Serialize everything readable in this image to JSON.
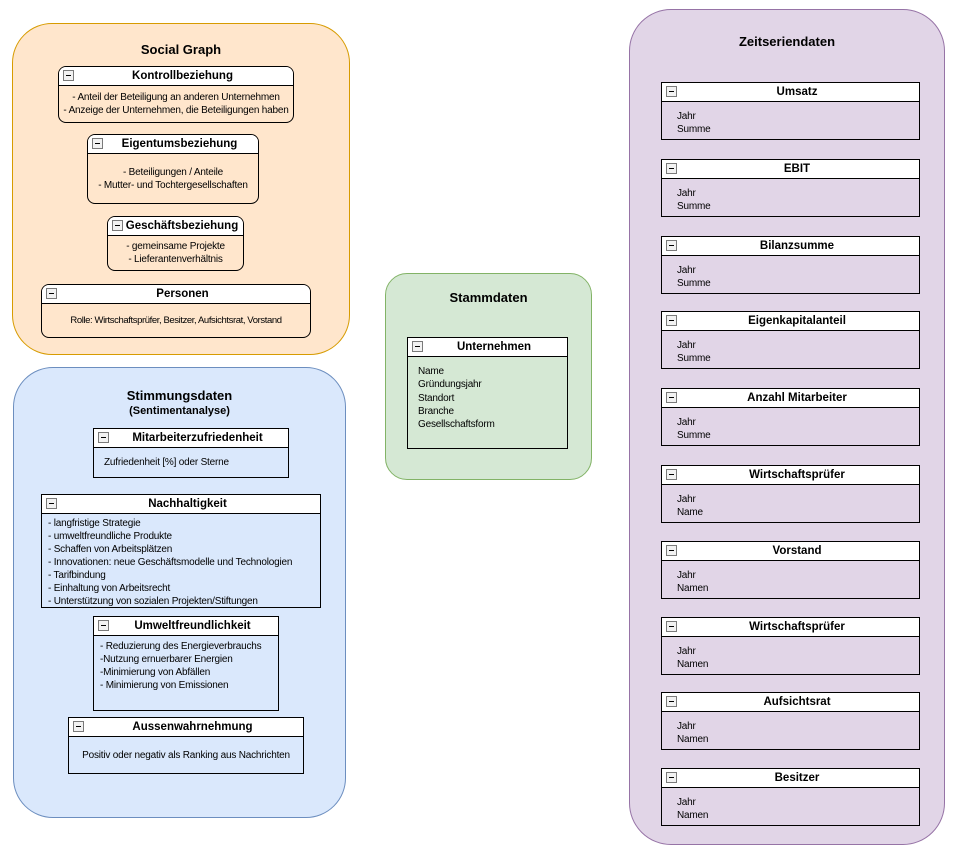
{
  "palette": {
    "social_graph_fill": "#FFE6CC",
    "social_graph_stroke": "#D79B00",
    "stimmungsdaten_fill": "#DAE8FC",
    "stimmungsdaten_stroke": "#6C8EBF",
    "stammdaten_fill": "#D5E8D4",
    "stammdaten_stroke": "#82B366",
    "zeitseriendaten_fill": "#E1D5E7",
    "zeitseriendaten_stroke": "#9673A6",
    "entity_header_fill": "#FFFFFF",
    "entity_stroke": "#000000"
  },
  "groups": {
    "social_graph": {
      "title": "Social Graph",
      "entities": [
        {
          "title": "Kontrollbeziehung",
          "lines": [
            "- Anteil der Beteiligung an anderen Unternehmen",
            "- Anzeige der Unternehmen, die Beteiligungen haben"
          ]
        },
        {
          "title": "Eigentumsbeziehung",
          "lines": [
            "- Beteiligungen / Anteile",
            "- Mutter- und Tochtergesellschaften"
          ]
        },
        {
          "title": "Geschäftsbeziehung",
          "lines": [
            "- gemeinsame Projekte",
            "- Lieferantenverhältnis"
          ]
        },
        {
          "title": "Personen",
          "lines": [
            "Rolle: Wirtschaftsprüfer, Besitzer, Aufsichtsrat, Vorstand"
          ]
        }
      ]
    },
    "stimmungsdaten": {
      "title": "Stimmungsdaten",
      "subtitle": "(Sentimentanalyse)",
      "entities": [
        {
          "title": "Mitarbeiterzufriedenheit",
          "lines": [
            "Zufriedenheit [%] oder Sterne"
          ]
        },
        {
          "title": "Nachhaltigkeit",
          "lines": [
            "- langfristige Strategie",
            "- umweltfreundliche Produkte",
            "- Schaffen von Arbeitsplätzen",
            "- Innovationen: neue Geschäftsmodelle und Technologien",
            "- Tarifbindung",
            "- Einhaltung von Arbeitsrecht",
            "- Unterstützung von sozialen Projekten/Stiftungen"
          ]
        },
        {
          "title": "Umweltfreundlichkeit",
          "lines": [
            "- Reduzierung des Energieverbrauchs",
            "-Nutzung ernuerbarer Energien",
            "-Minimierung von Abfällen",
            "- Minimierung von Emissionen"
          ]
        },
        {
          "title": "Aussenwahrnehmung",
          "lines": [
            "Positiv oder negativ als Ranking aus Nachrichten"
          ]
        }
      ]
    },
    "stammdaten": {
      "title": "Stammdaten",
      "entities": [
        {
          "title": "Unternehmen",
          "lines": [
            "Name",
            "Gründungsjahr",
            "Standort",
            "Branche",
            "Gesellschaftsform"
          ]
        }
      ]
    },
    "zeitseriendaten": {
      "title": "Zeitseriendaten",
      "entities": [
        {
          "title": "Umsatz",
          "lines": [
            "Jahr",
            "Summe"
          ]
        },
        {
          "title": "EBIT",
          "lines": [
            "Jahr",
            "Summe"
          ]
        },
        {
          "title": "Bilanzsumme",
          "lines": [
            "Jahr",
            "Summe"
          ]
        },
        {
          "title": "Eigenkapitalanteil",
          "lines": [
            "Jahr",
            "Summe"
          ]
        },
        {
          "title": "Anzahl Mitarbeiter",
          "lines": [
            "Jahr",
            "Summe"
          ]
        },
        {
          "title": "Wirtschaftsprüfer",
          "lines": [
            "Jahr",
            "Name"
          ]
        },
        {
          "title": "Vorstand",
          "lines": [
            "Jahr",
            "Namen"
          ]
        },
        {
          "title": "Wirtschaftsprüfer",
          "lines": [
            "Jahr",
            "Namen"
          ]
        },
        {
          "title": "Aufsichtsrat",
          "lines": [
            "Jahr",
            "Namen"
          ]
        },
        {
          "title": "Besitzer",
          "lines": [
            "Jahr",
            "Namen"
          ]
        }
      ]
    }
  }
}
